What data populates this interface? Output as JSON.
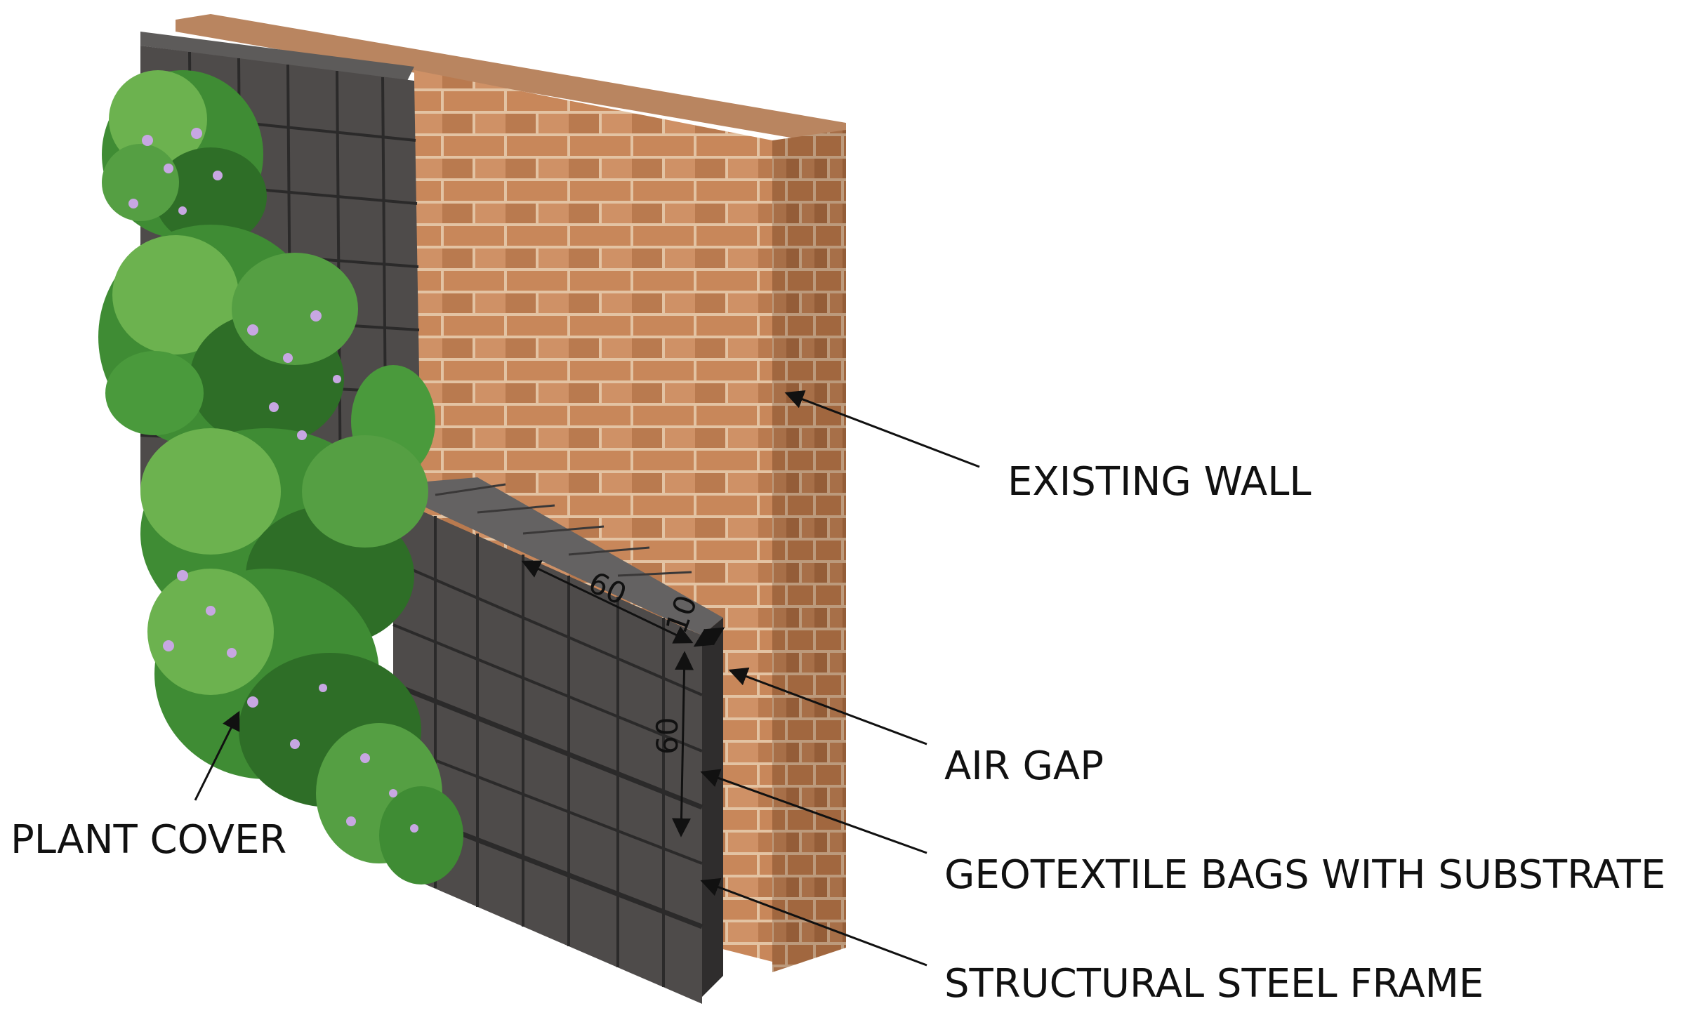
{
  "labels": {
    "existing_wall": "EXISTING WALL",
    "air_gap": "AIR GAP",
    "geotextile_bags": "GEOTEXTILE BAGS WITH SUBSTRATE",
    "structural_frame": "STRUCTURAL STEEL FRAME",
    "plant_cover": "PLANT COVER"
  },
  "dimensions": {
    "bag_width": "60",
    "gap_depth": "10",
    "bag_height": "60"
  },
  "colors": {
    "brick_base": "#c8875a",
    "brick_dark": "#b07047",
    "mortar": "#e3c3a3",
    "wall_top": "#b98560",
    "bag_face": "#4e4b4a",
    "bag_top": "#626060",
    "bag_side": "#3b3939",
    "bag_seam": "#2b2a2a",
    "foliage": "#3f8c34",
    "foliage_dark": "#2e6e27",
    "foliage_light": "#6cb24f",
    "flowers": "#c7a7e2",
    "text": "#111111"
  }
}
